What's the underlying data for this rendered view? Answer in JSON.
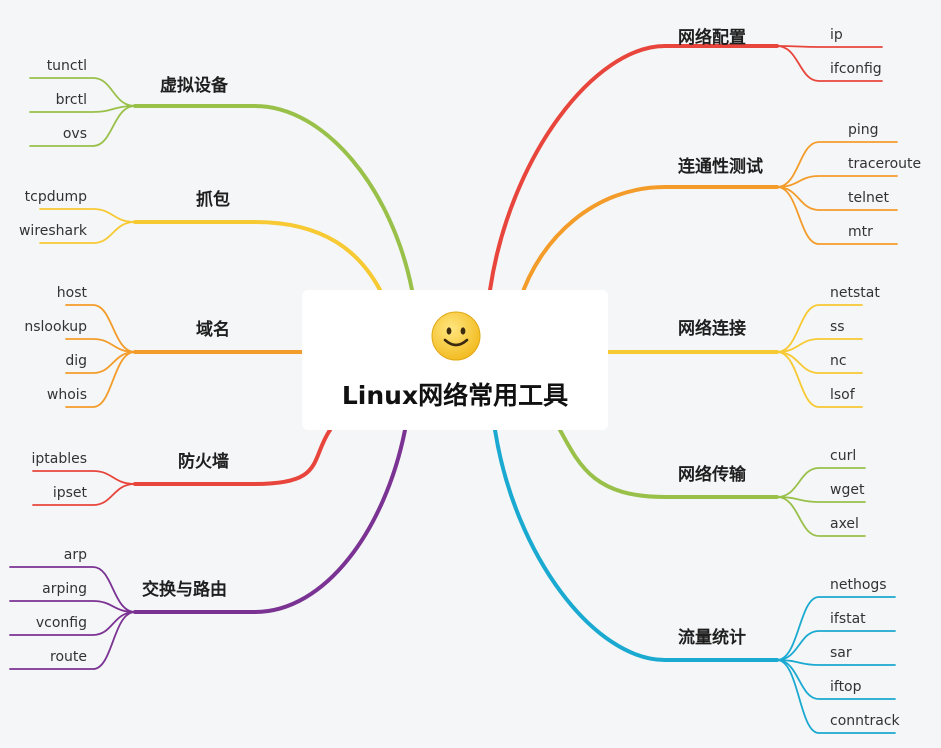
{
  "root": {
    "title": "Linux网络常用工具",
    "icon": "smiley-face-icon"
  },
  "branches": {
    "network_config": {
      "label": "网络配置",
      "color": "#e8453c",
      "leaves": [
        "ip",
        "ifconfig"
      ]
    },
    "connectivity_test": {
      "label": "连通性测试",
      "color": "#f39c2a",
      "leaves": [
        "ping",
        "traceroute",
        "telnet",
        "mtr"
      ]
    },
    "network_connection": {
      "label": "网络连接",
      "color": "#f7c933",
      "leaves": [
        "netstat",
        "ss",
        "nc",
        "lsof"
      ]
    },
    "network_transfer": {
      "label": "网络传输",
      "color": "#99c14a",
      "leaves": [
        "curl",
        "wget",
        "axel"
      ]
    },
    "traffic_stats": {
      "label": "流量统计",
      "color": "#1aa9d0",
      "leaves": [
        "nethogs",
        "ifstat",
        "sar",
        "iftop",
        "conntrack"
      ]
    },
    "virtual_devices": {
      "label": "虚拟设备",
      "color": "#99c14a",
      "leaves": [
        "tunctl",
        "brctl",
        "ovs"
      ]
    },
    "packet_capture": {
      "label": "抓包",
      "color": "#f7c933",
      "leaves": [
        "tcpdump",
        "wireshark"
      ]
    },
    "domain_name": {
      "label": "域名",
      "color": "#f39c2a",
      "leaves": [
        "host",
        "nslookup",
        "dig",
        "whois"
      ]
    },
    "firewall": {
      "label": "防火墙",
      "color": "#e8453c",
      "leaves": [
        "iptables",
        "ipset"
      ]
    },
    "switching_routing": {
      "label": "交换与路由",
      "color": "#7a3293",
      "leaves": [
        "arp",
        "arping",
        "vconfig",
        "route"
      ]
    }
  }
}
